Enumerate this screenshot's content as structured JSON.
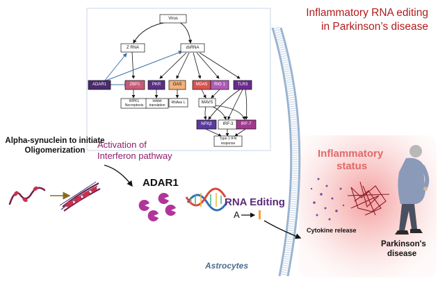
{
  "title_line1": "Inflammatory RNA editing",
  "title_line2": "in Parkinson’s disease",
  "alpha_label": "Alpha-synuclein to initiate Oligomerization",
  "activation_line1": "Activation of",
  "activation_line2": "Interferon pathway",
  "adar1_label": "ADAR1",
  "rna_editing_label": "RNA Editing",
  "a_letter": "A",
  "astrocytes_label": "Astrocytes",
  "inflammatory_line1": "Inflammatory",
  "inflammatory_line2": "status",
  "cytokine_label": "Cytokine release",
  "parkinsons_line1": "Parkinson's",
  "parkinsons_line2": "disease",
  "pathway": {
    "virus": "Virus",
    "zrna": "Z RNA",
    "dsrna": "dsRNA",
    "adar1": "ADAR1",
    "zbp1": "ZBP1",
    "pkr": "PKR",
    "oas": "OAS",
    "mda5": "MDA5",
    "rig1": "RIG 1",
    "tlr3": "TLR3",
    "ripk1_1": "RIPK1",
    "ripk1_2": "Necroptosis",
    "inhibit_1": "Inhibit",
    "inhibit_2": "translation",
    "rnase": "RNAse L",
    "mavs": "MAVS",
    "nfkb": "NFKβ",
    "irf3": "IRF-3",
    "irf7": "IRF-7",
    "ifn_1": "Type 1 IFN",
    "ifn_2": "response"
  },
  "colors": {
    "title_red": "#b31b1b",
    "adar1_node": "#4b2a6e",
    "zbp1_node": "#c95a7a",
    "pkr_node": "#5a2f86",
    "oas_node": "#f3b07a",
    "mda5_node": "#d9534f",
    "rig1_node": "#b05ab8",
    "tlr3_node": "#6b2a8e",
    "nfkb_node": "#5a3a9e",
    "irf7_node": "#a03a8e",
    "enzyme_purple": "#b0359b"
  }
}
